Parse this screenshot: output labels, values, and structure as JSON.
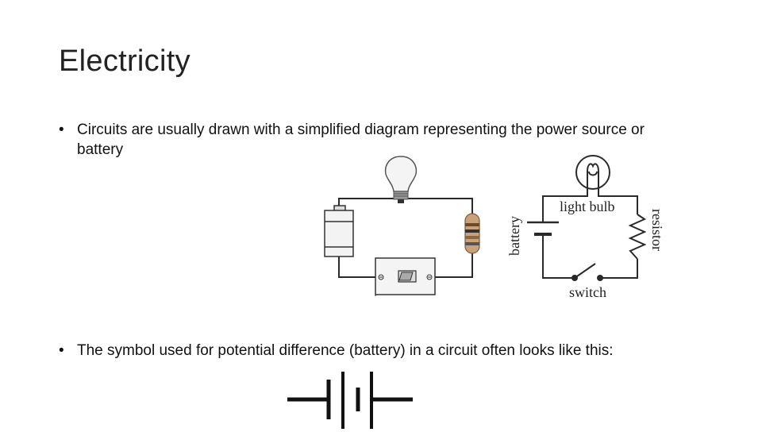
{
  "title": "Electricity",
  "bullets": [
    {
      "marker": "•",
      "text": "Circuits are usually drawn with a simplified diagram representing the power source or battery"
    },
    {
      "marker": "•",
      "text": "The symbol used for potential difference (battery) in a circuit often looks like this:"
    }
  ],
  "schematic": {
    "labels": {
      "light_bulb": "light bulb",
      "battery": "battery",
      "resistor": "resistor",
      "switch": "switch"
    }
  },
  "colors": {
    "wire": "#2a2a2a",
    "resistor_body": "#c9a27a",
    "bulb_glass": "#f4f4f4"
  }
}
